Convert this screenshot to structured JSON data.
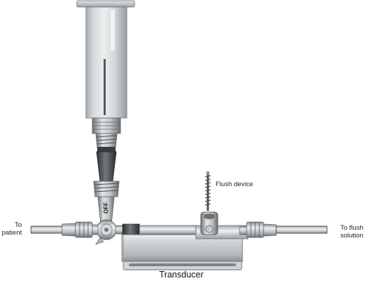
{
  "labels": {
    "to_patient_line1": "To",
    "to_patient_line2": "patient",
    "flush_device": "Flush device",
    "to_flush_line1": "To flush",
    "to_flush_line2": "solution",
    "transducer": "Transducer",
    "stopcock_off": "OFF"
  }
}
